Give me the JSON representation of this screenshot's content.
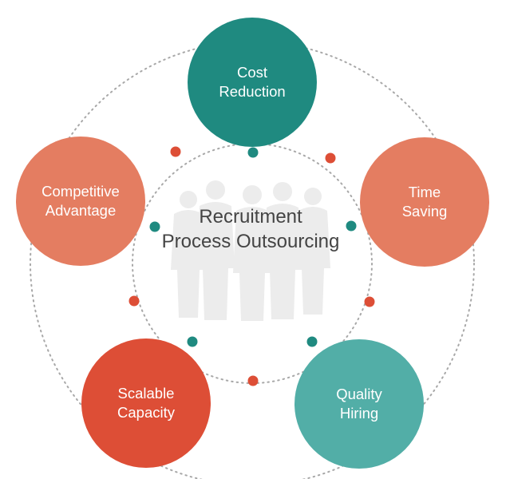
{
  "diagram": {
    "center_title": "Recruitment\nProcess Outsourcing",
    "nodes": [
      {
        "id": "cost",
        "label": "Cost\nReduction",
        "color": "#1f8a80"
      },
      {
        "id": "time",
        "label": "Time\nSaving",
        "color": "#e47d61"
      },
      {
        "id": "quality",
        "label": "Quality\nHiring",
        "color": "#52aea7"
      },
      {
        "id": "scalable",
        "label": "Scalable\nCapacity",
        "color": "#dd4e36"
      },
      {
        "id": "competitive",
        "label": "Competitive\nAdvantage",
        "color": "#e47d61"
      }
    ],
    "colors": {
      "dot_teal": "#1f8a80",
      "dot_red": "#dd4e36",
      "dotted_line": "#a8a8a8",
      "silhouette": "#ececec",
      "text_center": "#444444"
    }
  }
}
